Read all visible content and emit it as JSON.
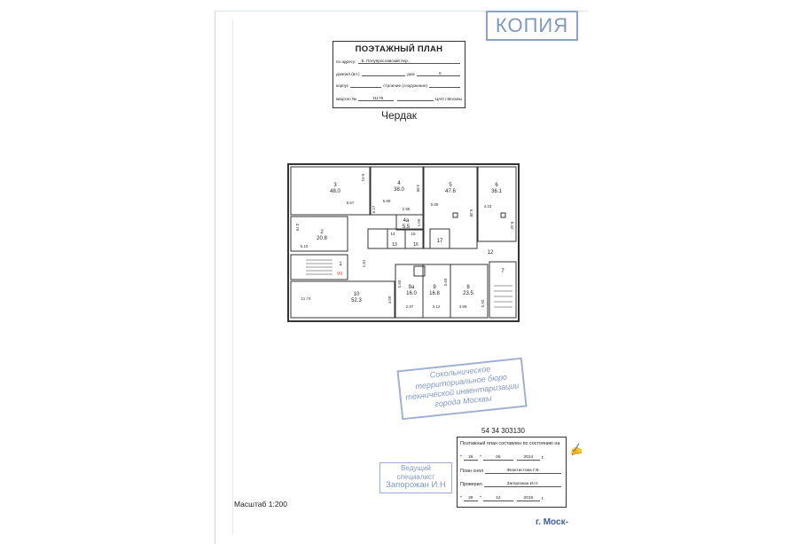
{
  "stamp_copy": "КОПИЯ",
  "title_block": {
    "title": "ПОЭТАЖНЫЙ ПЛАН",
    "address_label": "по адресу:",
    "address_value": "Б. Полуярославский пер.",
    "domovl_label": "домовл.(вл.)",
    "dom_label": "дом",
    "dom_value": "8",
    "korpus_label": "корпус",
    "stroenie_label": "строение (сооружение)",
    "kvartal_label": "квартал №",
    "kvartal_value": "11178",
    "district": "ЦАО г.Москвы"
  },
  "floor_name": "Чердак",
  "rooms": [
    {
      "num": "3",
      "area": "48.0"
    },
    {
      "num": "4",
      "area": "38.0"
    },
    {
      "num": "5",
      "area": "47.6"
    },
    {
      "num": "6",
      "area": "36.1"
    },
    {
      "num": "2",
      "area": "20.8"
    },
    {
      "num": "4а",
      "area": "5.5"
    },
    {
      "num": "10",
      "area": "52.3"
    },
    {
      "num": "9а",
      "area": "16.0"
    },
    {
      "num": "9",
      "area": "16.8"
    },
    {
      "num": "8",
      "area": "23.5"
    }
  ],
  "room_labels": {
    "r1": "1",
    "r7": "7",
    "r12": "12",
    "r13": "13",
    "r14": "14",
    "r15": "15",
    "r16": "16",
    "r17": "17",
    "r_vii": "VII"
  },
  "dimensions": [
    "6.01",
    "8.67",
    "5.89",
    "2.95",
    "4.88",
    "6.17",
    "1.50",
    "5.89",
    "9.38",
    "4.33",
    "8.42",
    "3.79",
    "6.10",
    "1.81",
    "11.74",
    "4.50",
    "5.60",
    "2.97",
    "5.60",
    "3.12",
    "3.99",
    "5.92"
  ],
  "bti_stamp": {
    "line1": "Сокольническое",
    "line2": "территориальное бюро",
    "line3": "технической инвентаризации",
    "line4": "города Москвы"
  },
  "inventory_code": "54 34 303130",
  "state_box": {
    "heading": "Поэтажный план составлен по состоянию на",
    "date1_day": "26",
    "date1_month": "06",
    "date1_year": "2014",
    "year_suffix": "г.",
    "surveyed_label": "План снял",
    "surveyed_value": "Феоктистова Г.В.",
    "checked_label": "Проверил",
    "checked_value": "Запорожан И.Н.",
    "date2_day": "28",
    "date2_month": "12",
    "date2_year": "2015"
  },
  "specialist_stamp": {
    "line1": "Ведущий",
    "line2": "специалист",
    "line3": "Запорожан И.Н"
  },
  "scale": "Масштаб 1:200",
  "city": "г. Моск-"
}
